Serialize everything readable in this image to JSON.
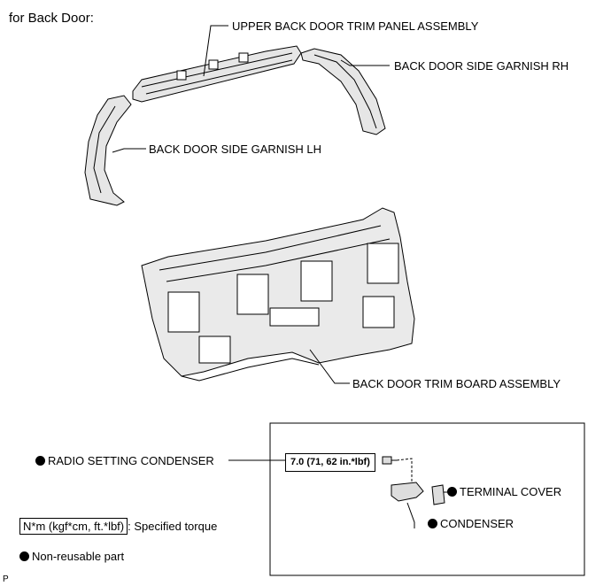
{
  "header": {
    "title": "for Back Door:"
  },
  "parts": {
    "upper_trim": "UPPER BACK DOOR TRIM PANEL ASSEMBLY",
    "garnish_rh": "BACK DOOR SIDE GARNISH RH",
    "garnish_lh": "BACK DOOR SIDE GARNISH LH",
    "trim_board": "BACK DOOR TRIM BOARD ASSEMBLY",
    "radio_condenser": "RADIO SETTING CONDENSER",
    "terminal_cover": "TERMINAL COVER",
    "condenser": "CONDENSER"
  },
  "torque": {
    "value": "7.0 (71, 62 in.*lbf)"
  },
  "legend": {
    "torque_unit": "N*m (kgf*cm, ft.*lbf)",
    "torque_desc": ": Specified torque",
    "nonreusable": "Non-reusable part"
  },
  "footer": {
    "code": "P"
  }
}
